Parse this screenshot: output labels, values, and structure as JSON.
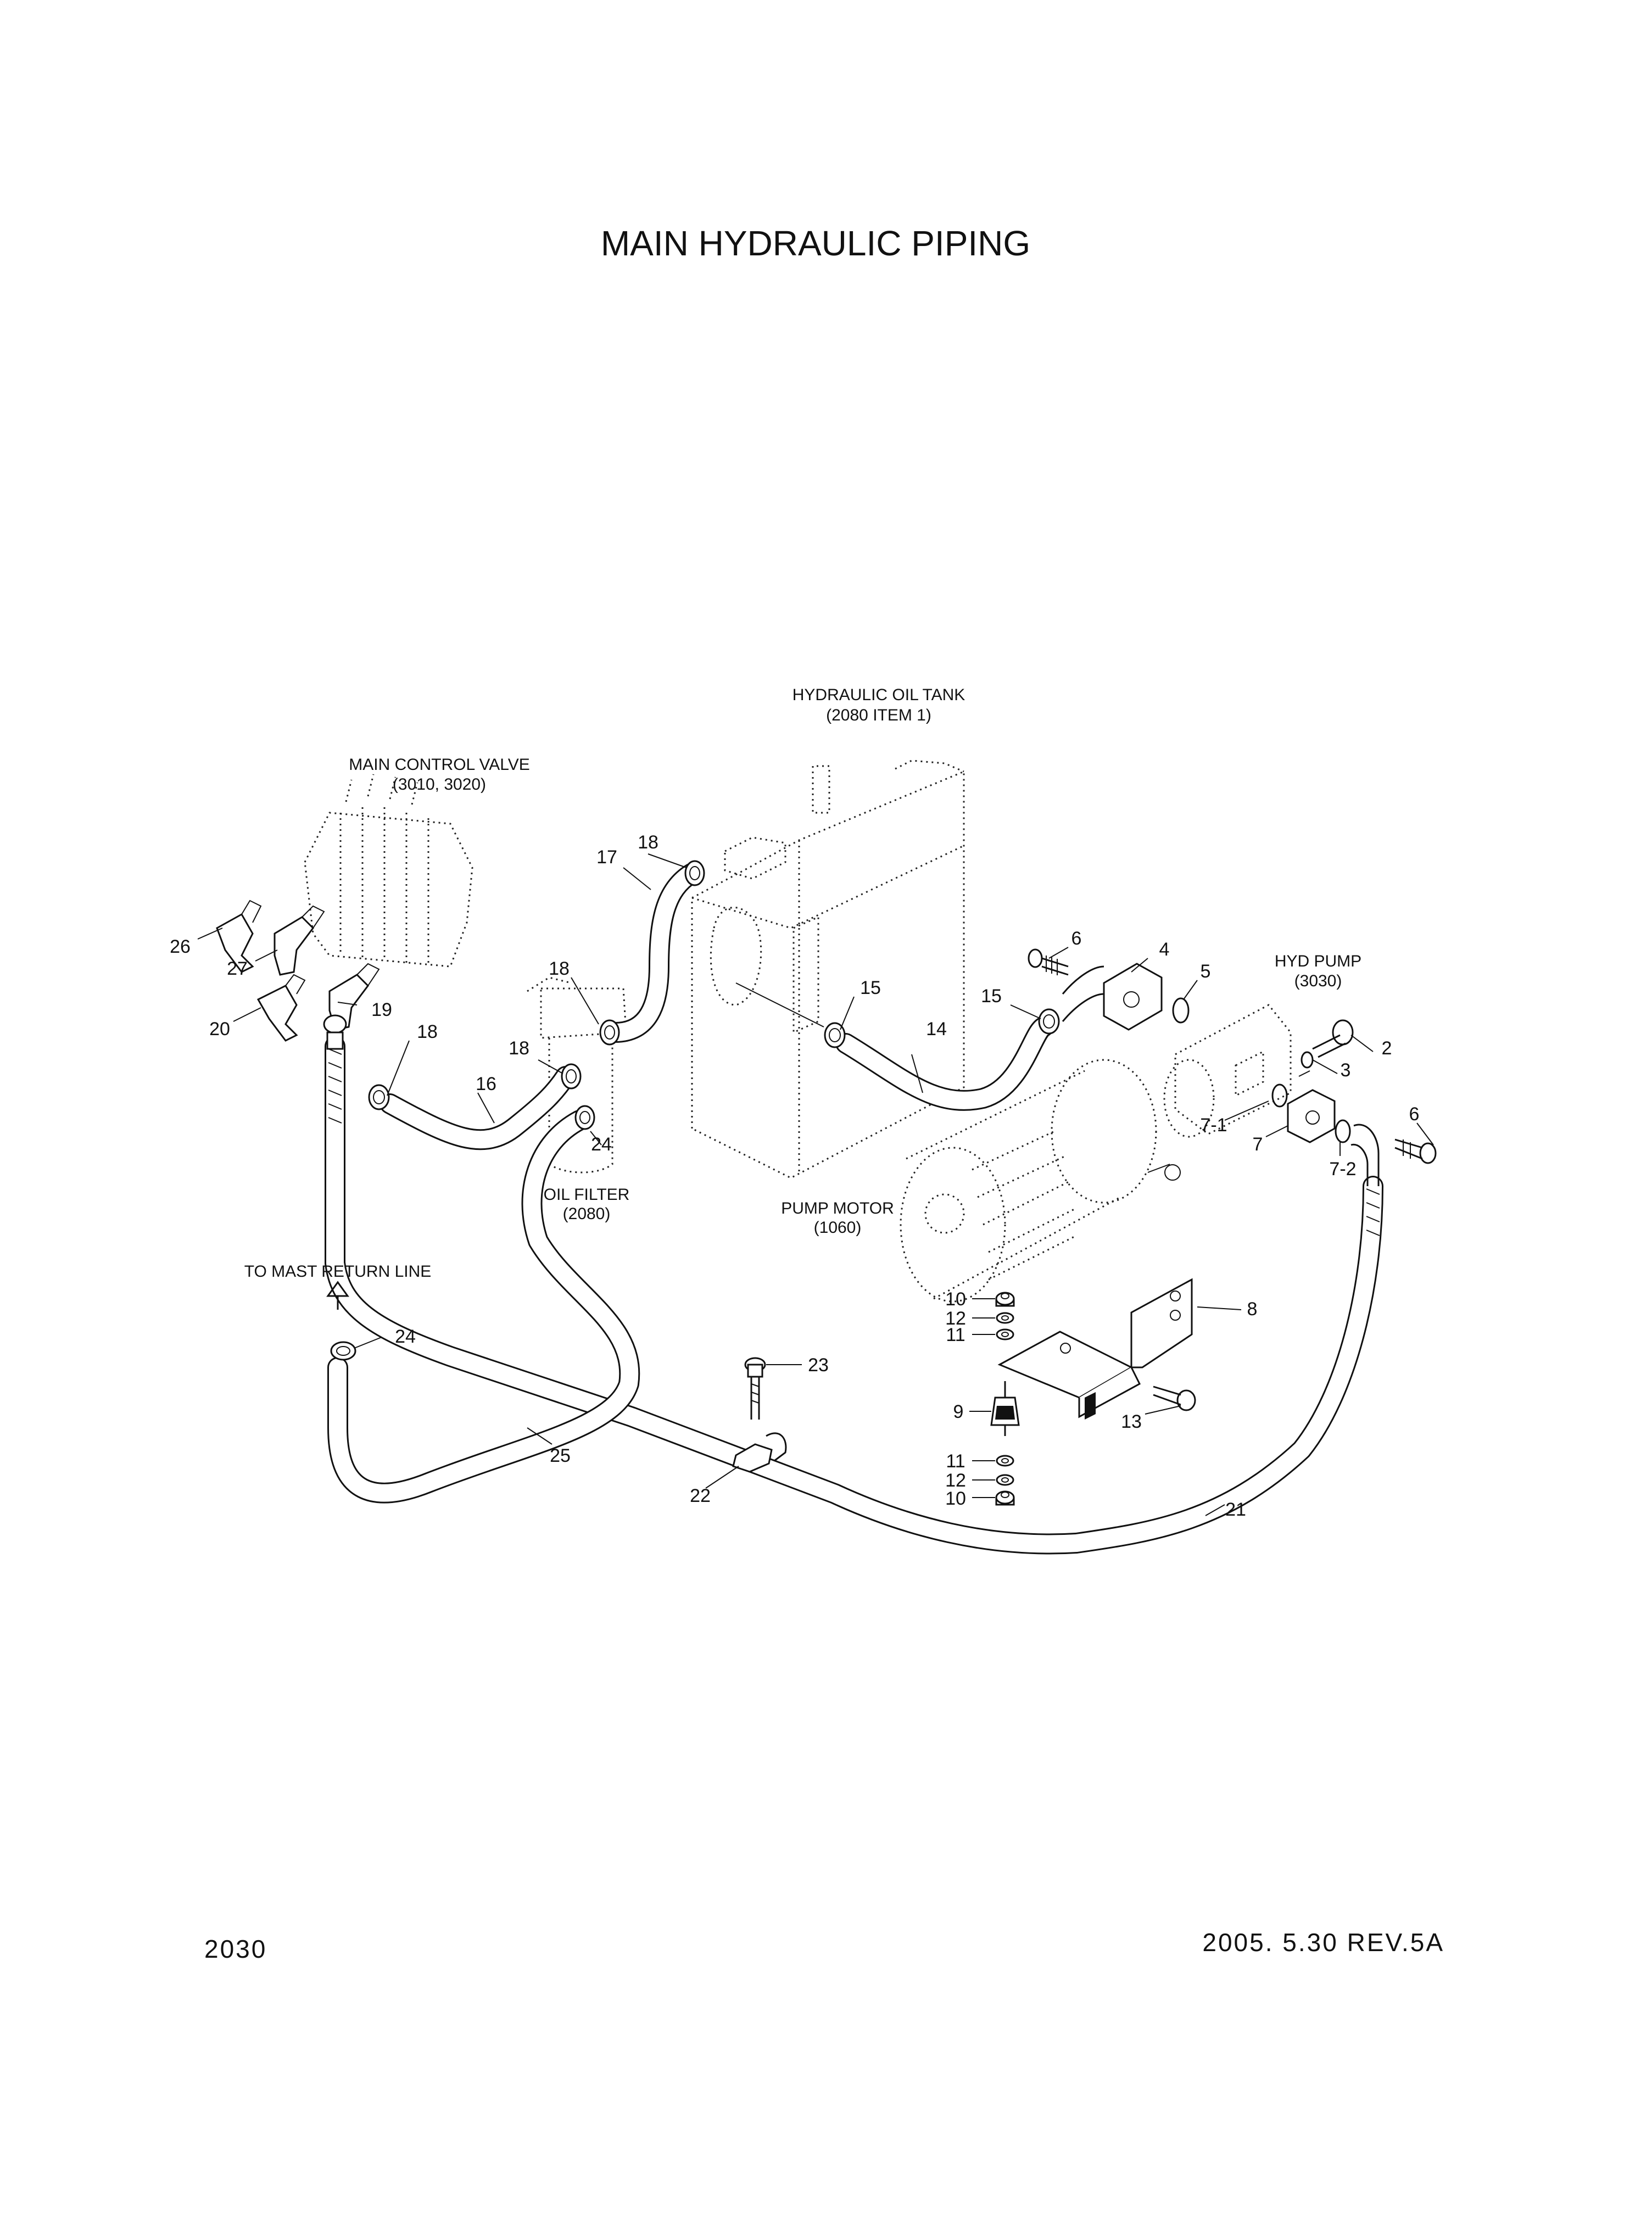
{
  "title": "MAIN HYDRAULIC PIPING",
  "page_number": "2030",
  "revision": "2005. 5.30 REV.5A",
  "components": {
    "main_control_valve": {
      "name": "MAIN CONTROL VALVE",
      "ref": "(3010, 3020)"
    },
    "hydraulic_oil_tank": {
      "name": "HYDRAULIC OIL TANK",
      "ref": "(2080 ITEM 1)"
    },
    "hyd_pump": {
      "name": "HYD PUMP",
      "ref": "(3030)"
    },
    "oil_filter": {
      "name": "OIL FILTER",
      "ref": "(2080)"
    },
    "pump_motor": {
      "name": "PUMP MOTOR",
      "ref": "(1060)"
    },
    "mast_return": {
      "name": "TO MAST RETURN LINE"
    }
  },
  "callouts": {
    "c2": "2",
    "c3": "3",
    "c4": "4",
    "c5": "5",
    "c6a": "6",
    "c6b": "6",
    "c7": "7",
    "c7_1": "7-1",
    "c7_2": "7-2",
    "c8": "8",
    "c9": "9",
    "c10a": "10",
    "c10b": "10",
    "c11a": "11",
    "c11b": "11",
    "c12a": "12",
    "c12b": "12",
    "c13": "13",
    "c14": "14",
    "c15a": "15",
    "c15b": "15",
    "c16": "16",
    "c17": "17",
    "c18a": "18",
    "c18b": "18",
    "c18c": "18",
    "c18d": "18",
    "c19": "19",
    "c20": "20",
    "c21": "21",
    "c22": "22",
    "c23": "23",
    "c24a": "24",
    "c24b": "24",
    "c25": "25",
    "c26": "26",
    "c27": "27"
  }
}
